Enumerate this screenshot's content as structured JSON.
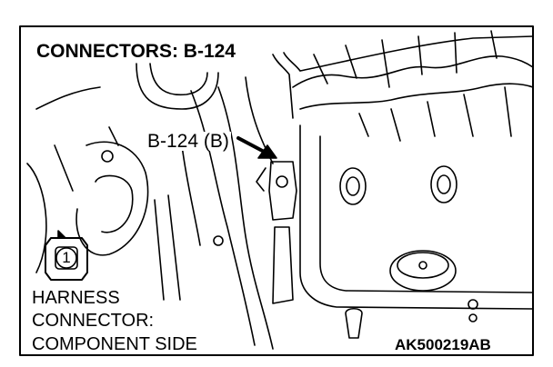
{
  "diagram": {
    "title": "CONNECTORS: B-124",
    "callout_label": "B-124 (B)",
    "legend": {
      "line1": "HARNESS",
      "line2": "CONNECTOR:",
      "line3": "COMPONENT SIDE"
    },
    "pin_number": "1",
    "figure_code": "AK500219AB"
  },
  "colors": {
    "ink": "#000000",
    "paper": "#ffffff"
  },
  "icons": [
    "connector-icon",
    "arrow-icon"
  ]
}
